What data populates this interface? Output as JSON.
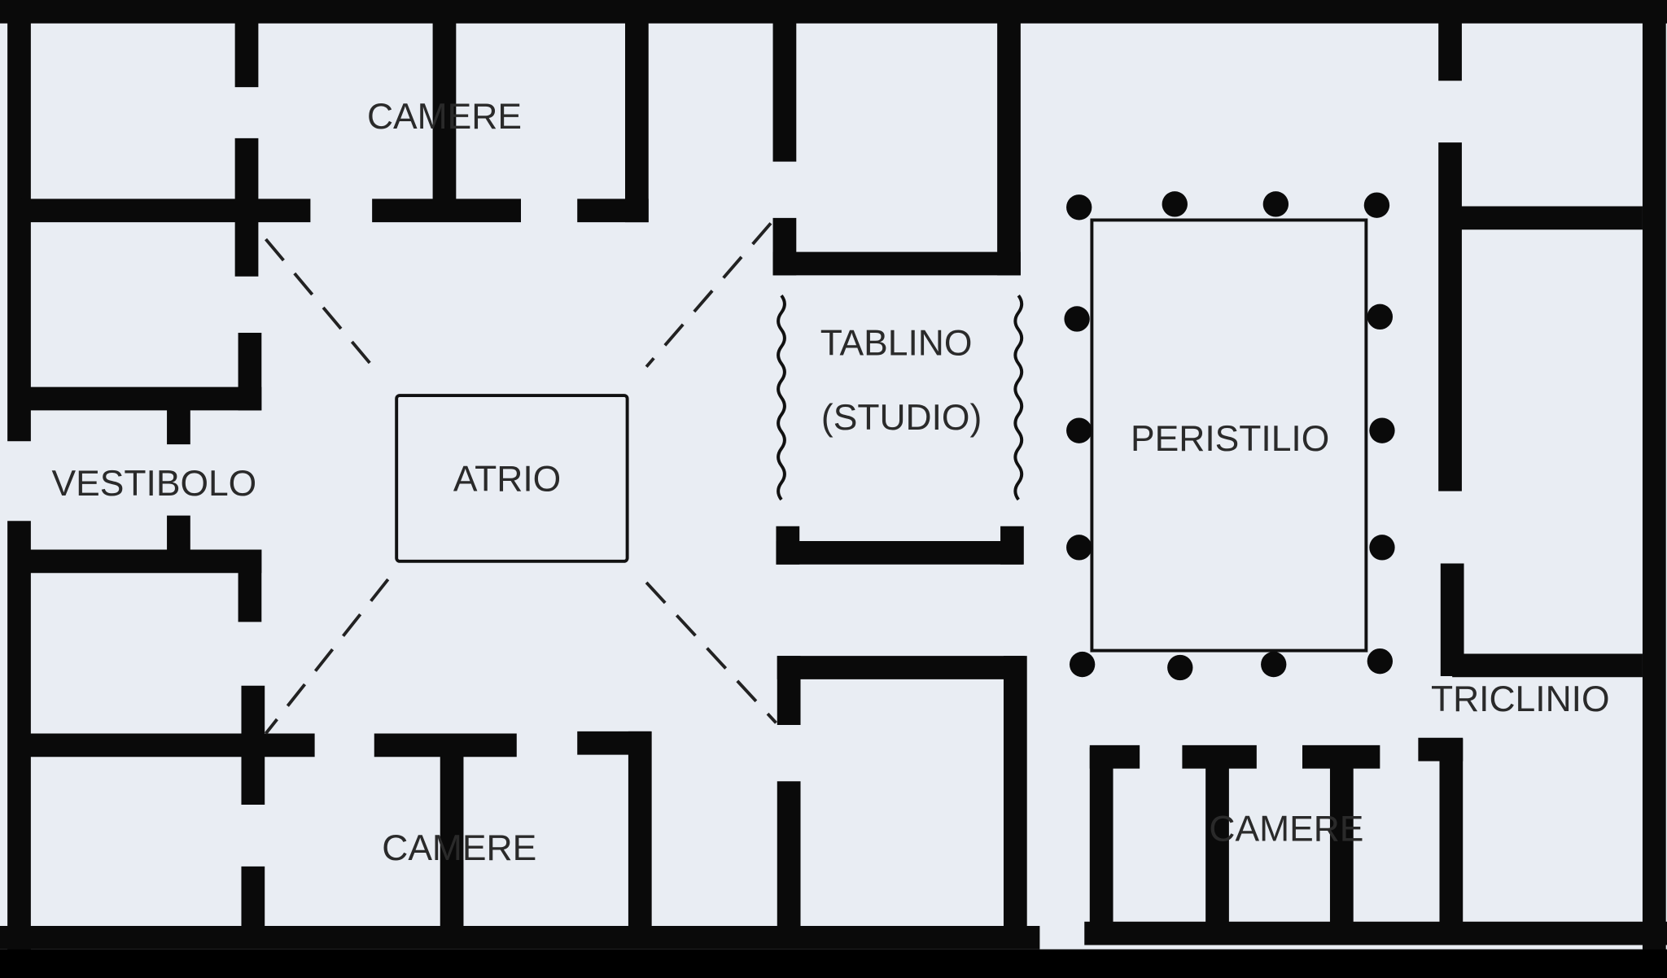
{
  "title": "Roman house floor plan",
  "colors": {
    "background": "#e9edf3",
    "walls": "#0a0a0a"
  },
  "rooms": {
    "camere_top": "CAMERE",
    "vestibolo": "VESTIBOLO",
    "atrio": "ATRIO",
    "tablino": "TABLINO",
    "tablino_sub": "(STUDIO)",
    "peristilio": "PERISTILIO",
    "triclinio": "TRICLINIO",
    "camere_bottom_left": "CAMERE",
    "camere_bottom_right": "CAMERE"
  }
}
